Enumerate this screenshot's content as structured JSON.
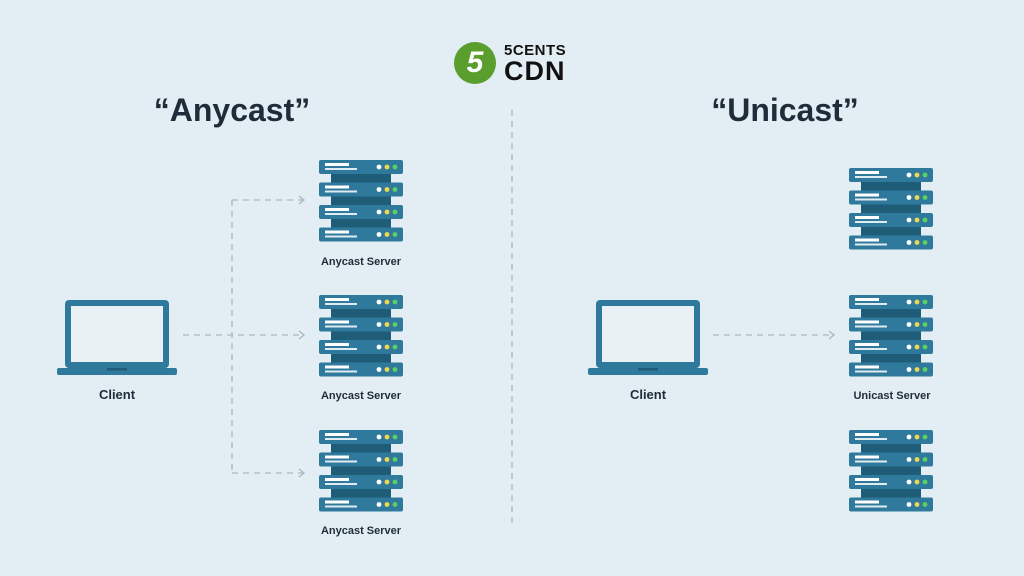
{
  "brand": {
    "badge": "5",
    "name_top": "5CENTS",
    "name_bottom": "CDN"
  },
  "anycast": {
    "title": "“Anycast”",
    "client_label": "Client",
    "server_labels": [
      "Anycast Server",
      "Anycast Server",
      "Anycast Server"
    ]
  },
  "unicast": {
    "title": "“Unicast”",
    "client_label": "Client",
    "server_label": "Unicast Server"
  },
  "colors": {
    "background": "#e3eef4",
    "device": "#2f7a9c",
    "device_dark": "#1f5c77",
    "led_yellow": "#f2d64b",
    "led_green": "#5ccf62",
    "dashes": "#a9b7bf",
    "text": "#1f2d3a"
  }
}
